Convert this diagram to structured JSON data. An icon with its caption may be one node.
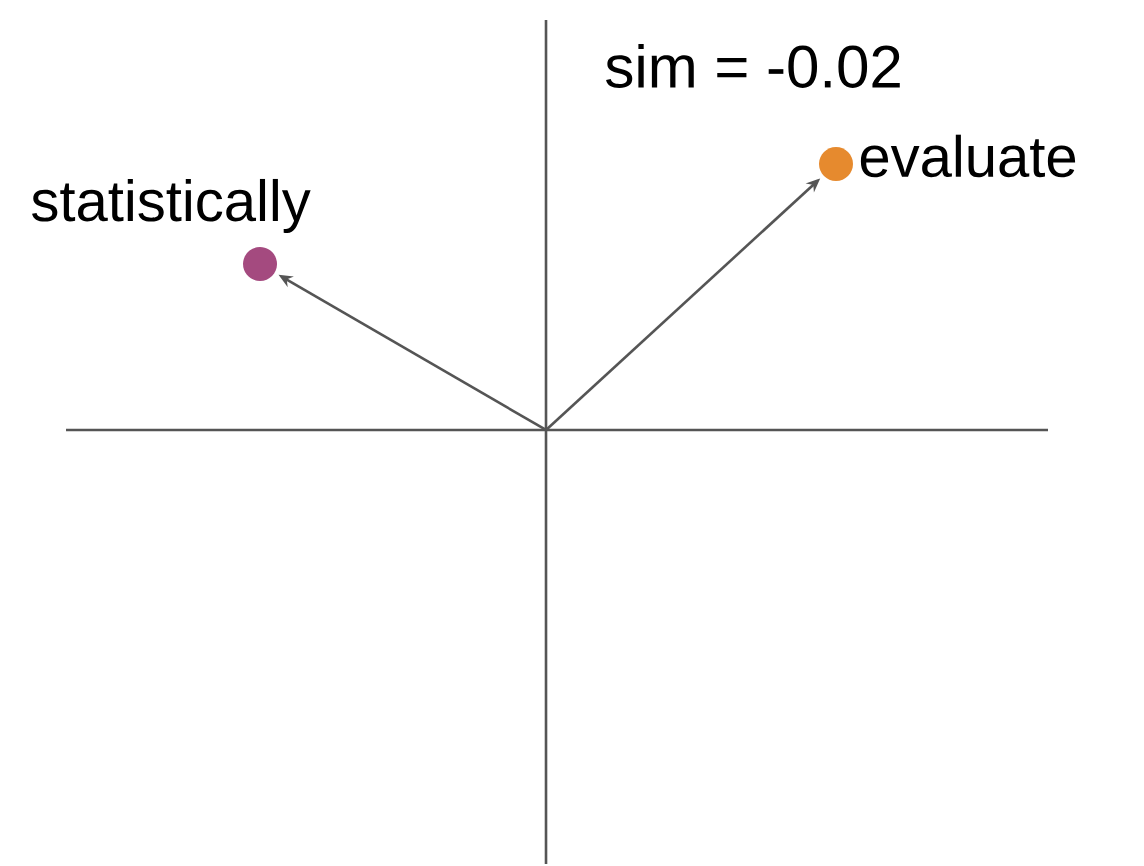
{
  "diagram": {
    "nodes": [
      {
        "text": [],
        "shape": "circle",
        "beside": [
          "statistically"
        ]
      },
      {
        "text": [],
        "shape": "circle",
        "beside": [
          "evaluate"
        ]
      }
    ],
    "edges": [
      {
        "from": null,
        "to": 0,
        "arrow": "to"
      },
      {
        "from": null,
        "to": 1,
        "arrow": "to"
      }
    ],
    "labels": [
      "sim = -0.02"
    ]
  }
}
